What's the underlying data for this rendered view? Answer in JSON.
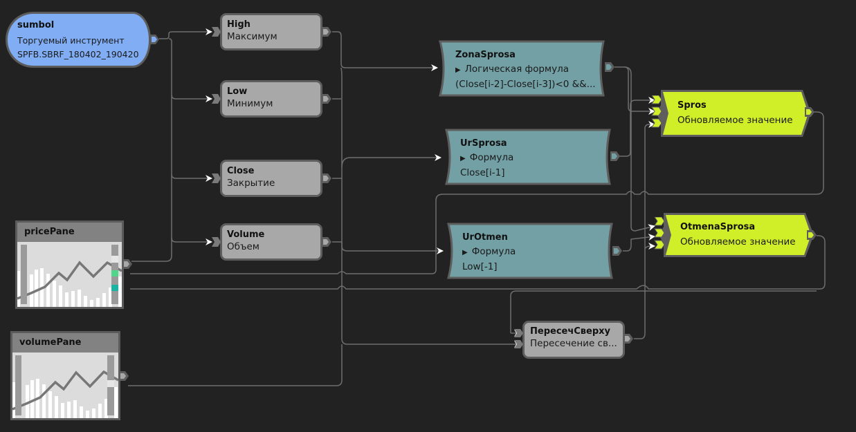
{
  "nodes": {
    "sumbol": {
      "title": "sumbol",
      "subtitle": "Торгуемый инструмент",
      "value": "SPFB.SBRF_180402_190420"
    },
    "high": {
      "title": "High",
      "subtitle": "Максимум"
    },
    "low": {
      "title": "Low",
      "subtitle": "Минимум"
    },
    "close": {
      "title": "Close",
      "subtitle": "Закрытие"
    },
    "volume": {
      "title": "Volume",
      "subtitle": "Объем"
    },
    "zonasprosa": {
      "title": "ZonaSprosa",
      "type": "Логическая формула",
      "formula": "(Close[i-2]-Close[i-3])<0 &&..."
    },
    "ursprosa": {
      "title": "UrSprosa",
      "type": "Формула",
      "formula": "Close[i-1]"
    },
    "urotmen": {
      "title": "UrOtmen",
      "type": "Формула",
      "formula": "Low[-1]"
    },
    "spros": {
      "title": "Spros",
      "subtitle": "Обновляемое значение"
    },
    "otmenasprosa": {
      "title": "OtmenaSprosa",
      "subtitle": "Обновляемое значение"
    },
    "peresech": {
      "title": "ПересечСверху",
      "subtitle": "Пересечение св..."
    },
    "pricepane": {
      "title": "pricePane"
    },
    "volumepane": {
      "title": "volumePane"
    }
  },
  "colors": {
    "background": "#222222",
    "source": "#80adf3",
    "data_node": "#a8a8a8",
    "formula_node": "#72a0a5",
    "value_node": "#d1ef29",
    "wire": "#6e6e6e",
    "pane_green": "#4fd68a",
    "pane_teal": "#1ab5a2"
  },
  "icons": {
    "expand": "▶"
  }
}
